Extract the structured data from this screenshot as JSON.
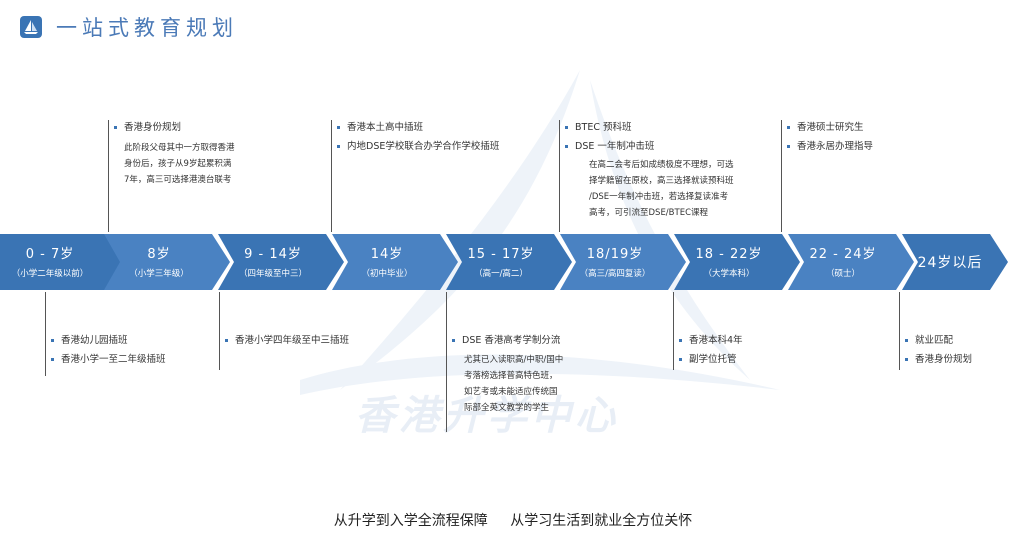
{
  "header": {
    "title": "一站式教育规划"
  },
  "watermark": {
    "text": "香港升学中心"
  },
  "segments": [
    {
      "label": "0 - 7岁",
      "sub": "（小学二年级以前）"
    },
    {
      "label": "8岁",
      "sub": "（小学三年级）"
    },
    {
      "label": "9 - 14岁",
      "sub": "（四年级至中三）"
    },
    {
      "label": "14岁",
      "sub": "（初中毕业）"
    },
    {
      "label": "15 - 17岁",
      "sub": "（高一/高二）"
    },
    {
      "label": "18/19岁",
      "sub": "（高三/高四复读）"
    },
    {
      "label": "18 - 22岁",
      "sub": "（大学本科）"
    },
    {
      "label": "22 - 24岁",
      "sub": "（硕士）"
    },
    {
      "label": "24岁以后",
      "sub": ""
    }
  ],
  "top_notes": [
    {
      "items": [
        "香港身份规划"
      ],
      "para": "此阶段父母其中一方取得香港\n身份后，孩子从9岁起累积满\n7年，高三可选择港澳台联考"
    },
    {
      "items": [
        "香港本土高中插班",
        "内地DSE学校联合办学合作学校插班"
      ],
      "para": ""
    },
    {
      "items": [
        "BTEC 预科班",
        "DSE 一年制冲击班"
      ],
      "para": "在高二会考后如成绩极度不理想，可选\n择学籍留在原校，高三选择就读预科班\n/DSE一年制冲击班，若选择复读准考\n高考，可引流至DSE/BTEC课程"
    },
    {
      "items": [
        "香港硕士研究生",
        "香港永居办理指导"
      ],
      "para": ""
    }
  ],
  "bottom_notes": [
    {
      "items": [
        "香港幼儿园插班",
        "香港小学一至二年级插班"
      ],
      "para": ""
    },
    {
      "items": [
        "香港小学四年级至中三插班"
      ],
      "para": ""
    },
    {
      "items": [
        "DSE 香港高考学制分流"
      ],
      "para": "尤其已入读职高/中职/国中\n考落榜选择普高特色班，\n如艺考或未能适应传统国\n际部全英文教学的学生"
    },
    {
      "items": [
        "香港本科4年",
        "副学位托管"
      ],
      "para": ""
    },
    {
      "items": [
        "就业匹配",
        "香港身份规划"
      ],
      "para": ""
    }
  ],
  "footer": {
    "left": "从升学到入学全流程保障",
    "right": "从学习生活到就业全方位关怀"
  },
  "colors": {
    "accent": "#3a74b4",
    "accent_light": "#4a82c2"
  }
}
